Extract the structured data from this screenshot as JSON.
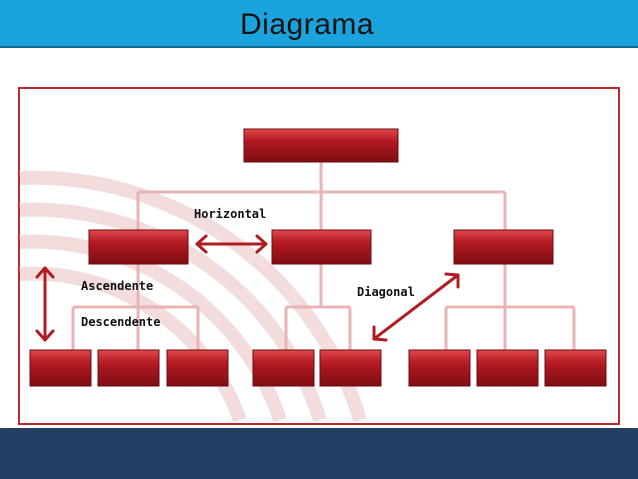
{
  "header": {
    "title": "Diagrama"
  },
  "diagram": {
    "labels": {
      "horizontal": "Horizontal",
      "ascendente": "Ascendente",
      "descendente": "Descendente",
      "diagonal": "Diagonal"
    }
  },
  "colors": {
    "title_bar": "#1aa3dd",
    "footer_bar": "#243f62",
    "frame": "#c0272d",
    "box": "#a0141c",
    "connector": "#e8b4b4",
    "arrow": "#b01c22"
  }
}
